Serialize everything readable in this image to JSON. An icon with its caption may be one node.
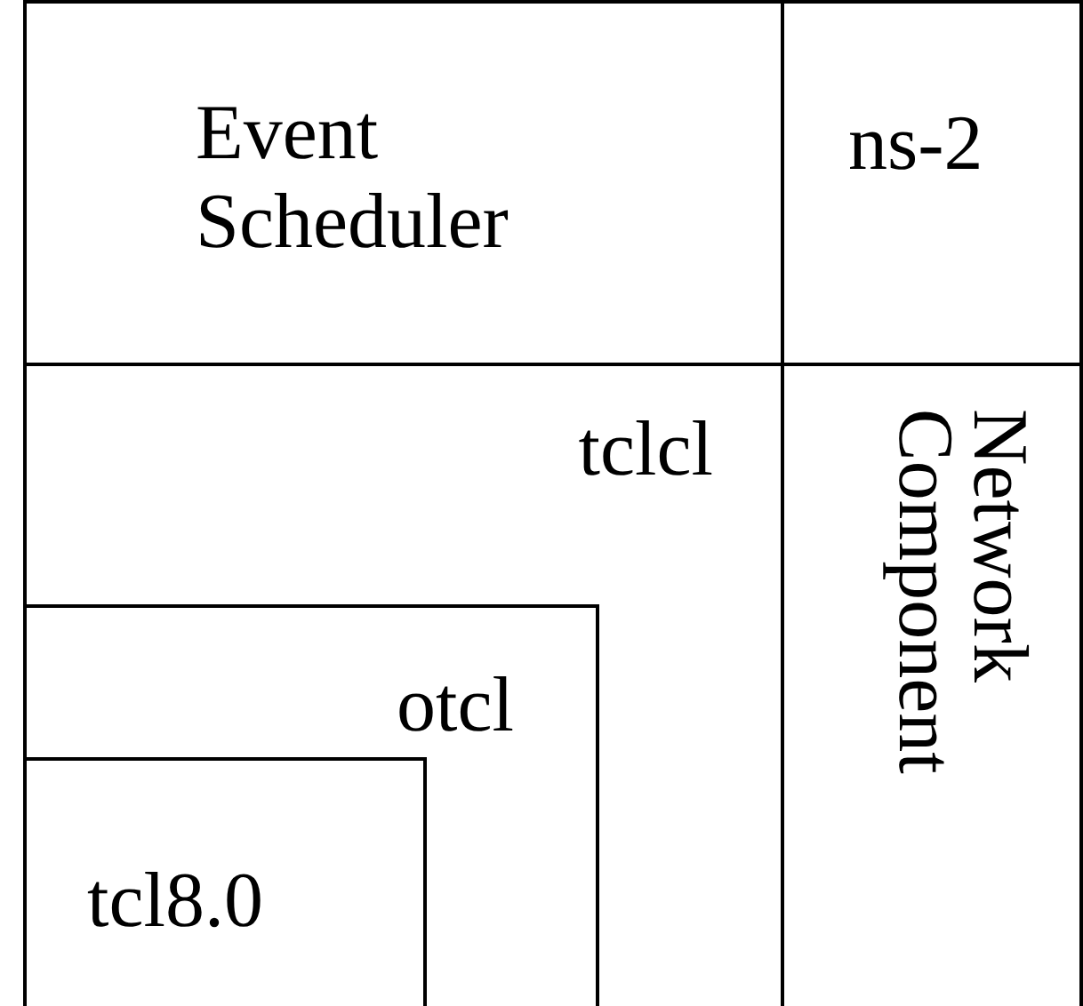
{
  "diagram": {
    "nodes": [
      {
        "text": [
          "Event Scheduler"
        ]
      },
      {
        "text": [
          "ns-2"
        ]
      },
      {
        "text": [
          "tclcl"
        ]
      },
      {
        "text": [
          "otcl"
        ],
        "in": 2
      },
      {
        "text": [
          "tcl8.0"
        ],
        "in": 3
      },
      {
        "text": [
          "Network Component"
        ]
      }
    ]
  }
}
